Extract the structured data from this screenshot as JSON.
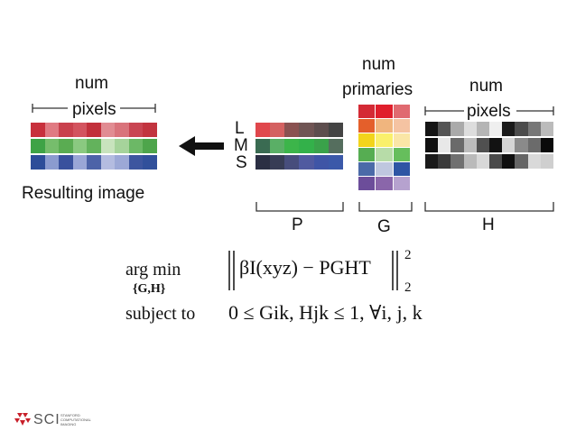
{
  "labels": {
    "num_pixels_left_1": "num",
    "num_pixels_left_2": "pixels",
    "num_primaries_1": "num",
    "num_primaries_2": "primaries",
    "num_pixels_right_1": "num",
    "num_pixels_right_2": "pixels",
    "resulting_image": "Resulting image",
    "L": "L",
    "M": "M",
    "S": "S",
    "P": "P",
    "G": "G",
    "H": "H"
  },
  "equation": {
    "argmin": "arg min",
    "argmin_sub": "{G,H}",
    "subject_to": "subject to",
    "objective": "βI(xyz) − PGHT",
    "norm_sup": "2",
    "norm_sub": "2",
    "constraint": "0 ≤ Gik, Hjk ≤ 1, ∀i, j, k"
  },
  "logo": {
    "name": "SCI",
    "line1": "STANFORD",
    "line2": "COMPUTATIONAL",
    "line3": "IMAGING"
  },
  "matrices": {
    "result": [
      [
        "#c8303c",
        "#e07a82",
        "#c9414d",
        "#d3545f",
        "#c2303b",
        "#e18c92",
        "#d9737b",
        "#c94552",
        "#c2343f"
      ],
      [
        "#3ea346",
        "#76bd6c",
        "#5aac52",
        "#8ac980",
        "#63b25c",
        "#c8e3bd",
        "#a6d39b",
        "#6cb866",
        "#4ea54b"
      ],
      [
        "#2d4d99",
        "#8b9bcf",
        "#39519d",
        "#9aa6d6",
        "#4d63a8",
        "#b4bce0",
        "#9ca8d6",
        "#3d569f",
        "#31509b"
      ]
    ],
    "P": [
      [
        "#e0474c",
        "#d46161",
        "#8a5251",
        "#705554",
        "#5d4e4e",
        "#444444"
      ],
      [
        "#3a6b52",
        "#5aaf66",
        "#3cb54a",
        "#33b14a",
        "#3aa24a",
        "#556e5e"
      ],
      [
        "#2b2f43",
        "#373c55",
        "#474d7c",
        "#505aa0",
        "#3f55a6",
        "#3b59a9"
      ]
    ],
    "G": [
      [
        "#d42a35",
        "#e01f2c",
        "#e06a70"
      ],
      [
        "#e45f2b",
        "#f0b57e",
        "#f5c3a2"
      ],
      [
        "#f2d41b",
        "#faf06b",
        "#fae6a6"
      ],
      [
        "#56ad52",
        "#b7dca8",
        "#66be5c"
      ],
      [
        "#4b6aa8",
        "#bfc7df",
        "#2e55a4"
      ],
      [
        "#6c4d9a",
        "#8a66aa",
        "#b6a2cf"
      ]
    ],
    "H": [
      [
        "#151515",
        "#555555",
        "#aaaaaa",
        "#dddddd",
        "#b5b5b5",
        "#efefef",
        "#1a1a1a",
        "#4c4c4c",
        "#777777",
        "#bbbbbb"
      ],
      [
        "#101010",
        "#e8e8e8",
        "#6a6a6a",
        "#bcbcbc",
        "#505050",
        "#121212",
        "#d5d5d5",
        "#8a8a8a",
        "#6b6b6b",
        "#0a0a0a"
      ],
      [
        "#1a1a1a",
        "#3a3a3a",
        "#707070",
        "#bababa",
        "#d8d8d8",
        "#4a4a4a",
        "#0f0f0f",
        "#656565",
        "#d9d9d9",
        "#cfcfcf"
      ]
    ]
  }
}
